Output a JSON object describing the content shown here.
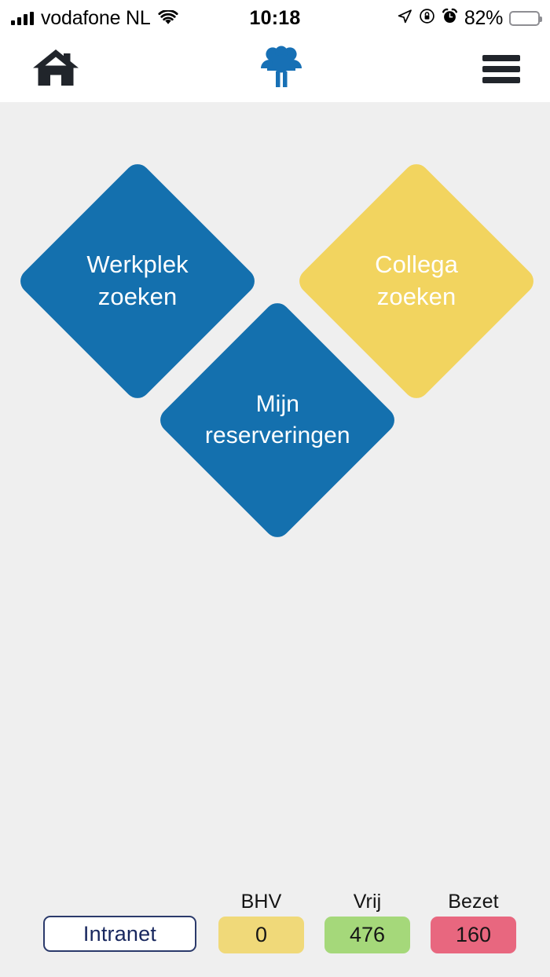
{
  "statusbar": {
    "carrier": "vodafone NL",
    "time": "10:18",
    "battery_percent": "82%",
    "icons": {
      "signal": "cellular-signal-icon",
      "wifi": "wifi-icon",
      "location": "location-arrow-icon",
      "rotation_lock": "rotation-lock-icon",
      "alarm": "alarm-clock-icon",
      "battery": "battery-icon"
    }
  },
  "appbar": {
    "home_label": "home-icon",
    "logo_label": "people-group-logo",
    "menu_label": "hamburger-menu-icon"
  },
  "tiles": [
    {
      "id": "werkplek-zoeken",
      "label": "Werkplek\nzoeken",
      "color": "#1470ae"
    },
    {
      "id": "collega-zoeken",
      "label": "Collega\nzoeken",
      "color": "#f2d45f"
    },
    {
      "id": "mijn-reserveringen",
      "label": "Mijn\nreserveringen",
      "color": "#1470ae"
    }
  ],
  "bottombar": {
    "intranet_label": "Intranet",
    "stats": [
      {
        "caption": "BHV",
        "value": "0",
        "color": "#f0d979"
      },
      {
        "caption": "Vrij",
        "value": "476",
        "color": "#a5d87a"
      },
      {
        "caption": "Bezet",
        "value": "160",
        "color": "#e8677f"
      }
    ]
  },
  "colors": {
    "background": "#efefef",
    "brand_blue": "#1470ae",
    "brand_yellow": "#f2d45f",
    "intranet_border": "#2b3a6b",
    "intranet_text": "#18275e"
  }
}
